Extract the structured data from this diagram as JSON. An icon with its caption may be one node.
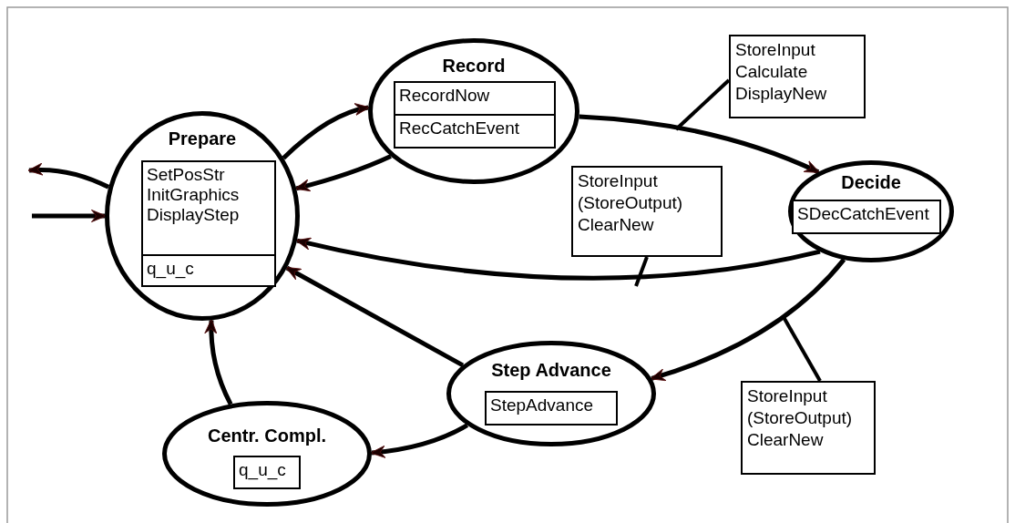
{
  "diagram": {
    "nodes": [
      {
        "text": [
          "Prepare"
        ]
      },
      {
        "text": [
          "SetPosStr InitGraphics DisplayStep"
        ],
        "in": 0
      },
      {
        "text": [
          "q_u_c"
        ],
        "in": 0
      },
      {
        "text": [
          "Record"
        ]
      },
      {
        "text": [
          "RecordNow"
        ],
        "in": 3
      },
      {
        "text": [
          "RecCatchEvent"
        ],
        "in": 3
      },
      {
        "text": [
          "Decide"
        ]
      },
      {
        "text": [
          "SDecCatchEvent"
        ],
        "in": 6
      },
      {
        "text": [
          "Step Advance"
        ]
      },
      {
        "text": [
          "StepAdvance"
        ],
        "in": 8
      },
      {
        "text": [
          "Centr. Compl."
        ]
      },
      {
        "text": [
          "q_u_c"
        ],
        "in": 10
      },
      {
        "text": [
          "StoreInput Calculate DisplayNew"
        ]
      },
      {
        "text": [
          "StoreInput (StoreOutput) ClearNew"
        ]
      },
      {
        "text": [
          "StoreInput (StoreOutput) ClearNew"
        ]
      }
    ],
    "edges": [
      {
        "from": 0,
        "to": 3,
        "arrow": "to"
      },
      {
        "from": 3,
        "to": 0,
        "arrow": "to"
      },
      {
        "from": 3,
        "to": 6,
        "arrow": "to"
      },
      {
        "from": 6,
        "to": 0,
        "arrow": "to"
      },
      {
        "from": 6,
        "to": 8,
        "arrow": "to"
      },
      {
        "from": 8,
        "to": 0,
        "arrow": "to"
      },
      {
        "from": 8,
        "to": 10,
        "arrow": "to"
      },
      {
        "from": 10,
        "to": 0,
        "arrow": "to"
      },
      {
        "from": null,
        "to": 0,
        "arrow": "to"
      },
      {
        "from": 0,
        "to": null,
        "arrow": "to"
      },
      {
        "from": 12,
        "to": null,
        "arrow": "none"
      },
      {
        "from": 13,
        "to": null,
        "arrow": "none"
      },
      {
        "from": 14,
        "to": null,
        "arrow": "none"
      }
    ]
  }
}
